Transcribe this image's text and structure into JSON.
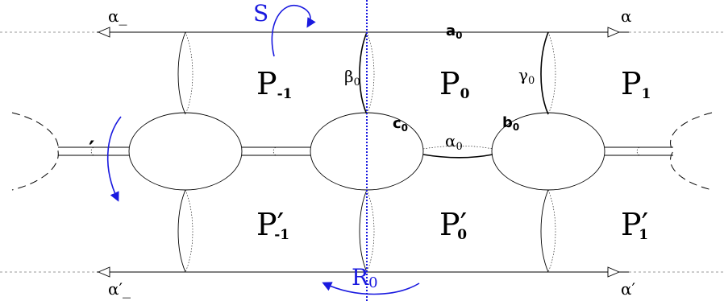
{
  "labels": {
    "alpha_top_left": "α_",
    "alpha_top_right": "α",
    "alpha_bottom_left": "α′_",
    "alpha_bottom_right": "α′",
    "S": "S",
    "R0": "R",
    "R0_sub": "0",
    "a0": "a",
    "a0_sub": "0",
    "b0": "b",
    "b0_sub": "0",
    "c0": "c",
    "c0_sub": "0",
    "beta0": "β",
    "beta0_sub": "0",
    "gamma0": "γ",
    "gamma0_sub": "0",
    "alpha0": "α",
    "alpha0_sub": "0",
    "P_m1": "P",
    "P_m1_sub": "-1",
    "P_0": "P",
    "P_0_sub": "0",
    "P_1": "P",
    "P_1_sub": "1",
    "Pp_m1": "P′",
    "Pp_m1_sub": "-1",
    "Pp_0": "P′",
    "Pp_0_sub": "0",
    "Pp_1": "P′",
    "Pp_1_sub": "1",
    "prime_mark": "′"
  },
  "colors": {
    "accent": "#1a1adf",
    "line": "#000000",
    "dashed": "#999999"
  }
}
